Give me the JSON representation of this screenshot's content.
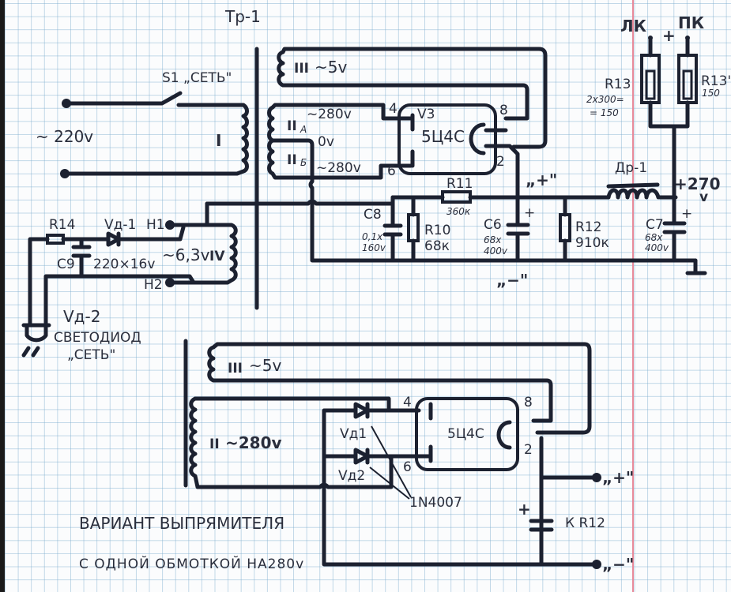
{
  "top": {
    "transformer": "Тр-1",
    "switch": "S1 „СЕТЬ\"",
    "mains": "~ 220v",
    "primary": "I",
    "w3": "III",
    "w3_v": "~5v",
    "w2a": "II",
    "w2a_sub": "А",
    "w2a_v": "~280v",
    "w2_center": "0v",
    "w2b": "II",
    "w2b_sub": "Б",
    "w2b_v": "~280v",
    "w4": "IV",
    "w4_v": "~6,3v",
    "h1": "Н1",
    "h2": "Н2",
    "tube_ref": "V3",
    "tube": "5Ц4С",
    "pin4": "4",
    "pin6": "6",
    "pin8": "8",
    "pin2": "2",
    "r11": "R11",
    "r11_v": "360к",
    "c8": "C8",
    "c8_v1": "0,1х",
    "c8_v2": "160v",
    "r10": "R10",
    "r10_v": "68к",
    "c6": "C6",
    "c6_v1": "68х",
    "c6_v2": "400v",
    "c6_plus": "+",
    "r12": "R12",
    "r12_v": "910к",
    "choke": "Др-1",
    "out_v": "+270",
    "out_v_unit": "v",
    "c7": "C7",
    "c7_v1": "68х",
    "c7_v2": "400v",
    "c7_plus": "+",
    "plus_term": "„+\"",
    "minus_term": "„−\"",
    "lk": "ЛК",
    "plus": "+",
    "pk": "ПК",
    "r13": "R13",
    "r13_v1": "2х300=",
    "r13_v2": "= 150",
    "r13p": "R13'",
    "r13p_v": "150",
    "r14": "R14",
    "vd1": "Vд-1",
    "c9": "C9",
    "c9_v": "220×16v",
    "vd2": "Vд-2",
    "led1": "СВЕТОДИОД",
    "led2": "„СЕТЬ\""
  },
  "bottom": {
    "w3": "III",
    "w3_v": "~5v",
    "w2": "II",
    "w2_v": "~280v",
    "vd1": "Vд1",
    "vd2": "Vд2",
    "diode_type": "1N4007",
    "tube": "5Ц4С",
    "pin4": "4",
    "pin6": "6",
    "pin8": "8",
    "pin2": "2",
    "plus_term": "„+\"",
    "minus_term": "„−\"",
    "cap_plus": "+",
    "to_r12": "К R12",
    "caption1": "ВАРИАНТ ВЫПРЯМИТЕЛЯ",
    "caption2": "С ОДНОЙ ОБМОТКОЙ НА280v"
  }
}
